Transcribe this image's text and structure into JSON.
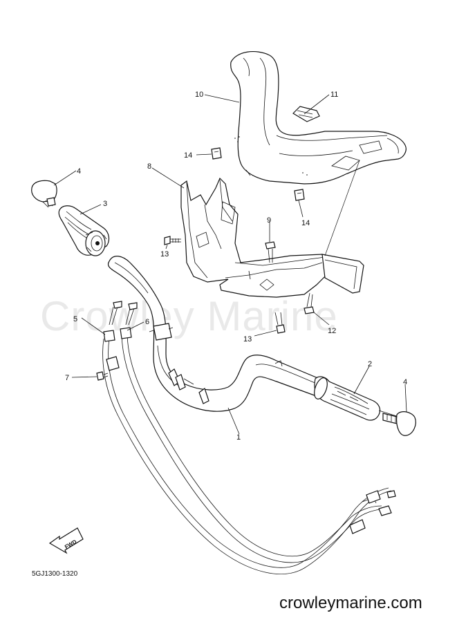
{
  "watermark": "Crowley Marine",
  "site_url": "crowleymarine.com",
  "diagram_code": "5GJ1300-1320",
  "fwd_label": "FWD",
  "callouts": [
    {
      "id": "c1",
      "text": "1"
    },
    {
      "id": "c2",
      "text": "2"
    },
    {
      "id": "c3",
      "text": "3"
    },
    {
      "id": "c4a",
      "text": "4"
    },
    {
      "id": "c4b",
      "text": "4"
    },
    {
      "id": "c5",
      "text": "5"
    },
    {
      "id": "c6",
      "text": "6"
    },
    {
      "id": "c7",
      "text": "7"
    },
    {
      "id": "c8",
      "text": "8"
    },
    {
      "id": "c9",
      "text": "9"
    },
    {
      "id": "c10",
      "text": "10"
    },
    {
      "id": "c11",
      "text": "11"
    },
    {
      "id": "c12",
      "text": "12"
    },
    {
      "id": "c13a",
      "text": "13"
    },
    {
      "id": "c13b",
      "text": "13"
    },
    {
      "id": "c14a",
      "text": "14"
    },
    {
      "id": "c14b",
      "text": "14"
    }
  ]
}
